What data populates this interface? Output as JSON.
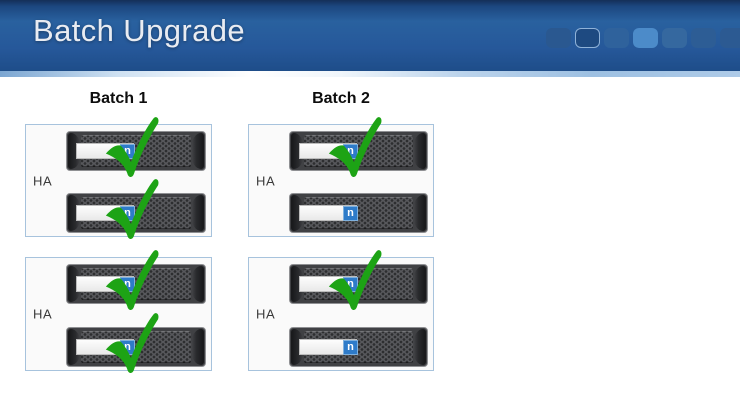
{
  "header": {
    "title": "Batch Upgrade",
    "progress_squares": [
      {
        "fill": "#2a5890"
      },
      {
        "fill": "#1e4a81",
        "border": "#8fb2d8"
      },
      {
        "fill": "#2f629c"
      },
      {
        "fill": "#4c8bc9"
      },
      {
        "fill": "#35689f"
      },
      {
        "fill": "#2d5d95"
      },
      {
        "fill": "#2c5a92"
      }
    ]
  },
  "batches": [
    {
      "label": "Batch 1",
      "pairs": [
        {
          "label": "HA",
          "nodes": [
            {
              "checked": true
            },
            {
              "checked": true
            }
          ]
        },
        {
          "label": "HA",
          "nodes": [
            {
              "checked": true
            },
            {
              "checked": true
            }
          ]
        }
      ]
    },
    {
      "label": "Batch 2",
      "pairs": [
        {
          "label": "HA",
          "nodes": [
            {
              "checked": true
            },
            {
              "checked": false
            }
          ]
        },
        {
          "label": "HA",
          "nodes": [
            {
              "checked": true
            },
            {
              "checked": false
            }
          ]
        }
      ]
    }
  ],
  "appliance": {
    "logo_letter": "n"
  },
  "colors": {
    "check_green": "#1da315",
    "box_border": "#a7c3dd",
    "netapp_blue": "#2e7bc9",
    "header_blue": "#24579b"
  }
}
